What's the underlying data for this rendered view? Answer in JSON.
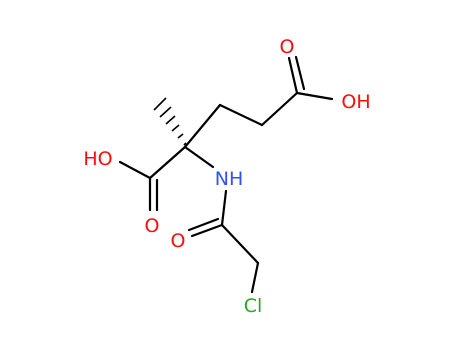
{
  "molecule": {
    "atoms": [
      {
        "id": "o_top",
        "label": "O",
        "color": "#ff0d0d"
      },
      {
        "id": "oh_right",
        "label": "OH",
        "color": "#ff0d0d"
      },
      {
        "id": "ho_left",
        "label": "HO",
        "color": "#ff0d0d"
      },
      {
        "id": "o_acid_left",
        "label": "O",
        "color": "#ff0d0d"
      },
      {
        "id": "nh",
        "label": "NH",
        "color": "#3050f8"
      },
      {
        "id": "o_amide",
        "label": "O",
        "color": "#ff0d0d"
      },
      {
        "id": "cl",
        "label": "Cl",
        "color": "#1fae1f"
      }
    ],
    "bond_color": "#000000"
  }
}
